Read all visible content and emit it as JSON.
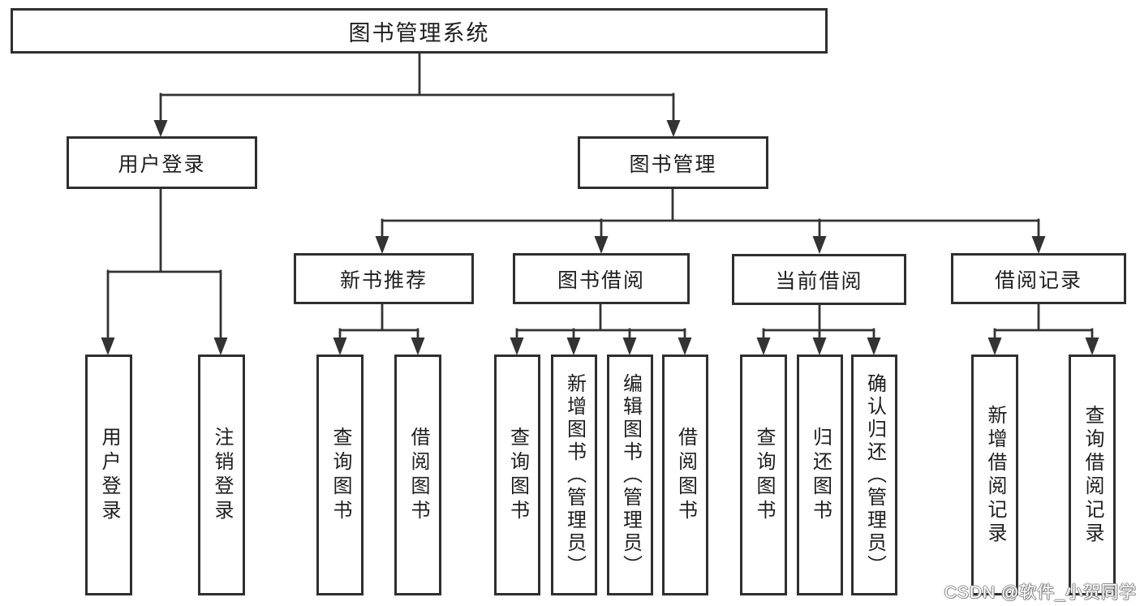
{
  "diagram_title": "图书管理系统",
  "tree": {
    "root": "图书管理系统",
    "children": [
      {
        "label": "用户登录",
        "children": [
          "用户登录",
          "注销登录"
        ]
      },
      {
        "label": "图书管理",
        "children": [
          {
            "label": "新书推荐",
            "children": [
              "查询图书",
              "借阅图书"
            ]
          },
          {
            "label": "图书借阅",
            "children": [
              "查询图书",
              "新增图书（管理员）",
              "编辑图书（管理员）",
              "借阅图书"
            ]
          },
          {
            "label": "当前借阅",
            "children": [
              "查询图书",
              "归还图书",
              "确认归还（管理员）"
            ]
          },
          {
            "label": "借阅记录",
            "children": [
              "新增借阅记录",
              "查询借阅记录"
            ]
          }
        ]
      }
    ]
  },
  "watermark": "CSDN @软件_小贺同学",
  "colors": {
    "line": "#333333",
    "box_border": "#2f2f2f",
    "text": "#1e1e1e",
    "background": "#ffffff",
    "watermark_fill": "#ffffff",
    "watermark_outline": "#909090"
  }
}
